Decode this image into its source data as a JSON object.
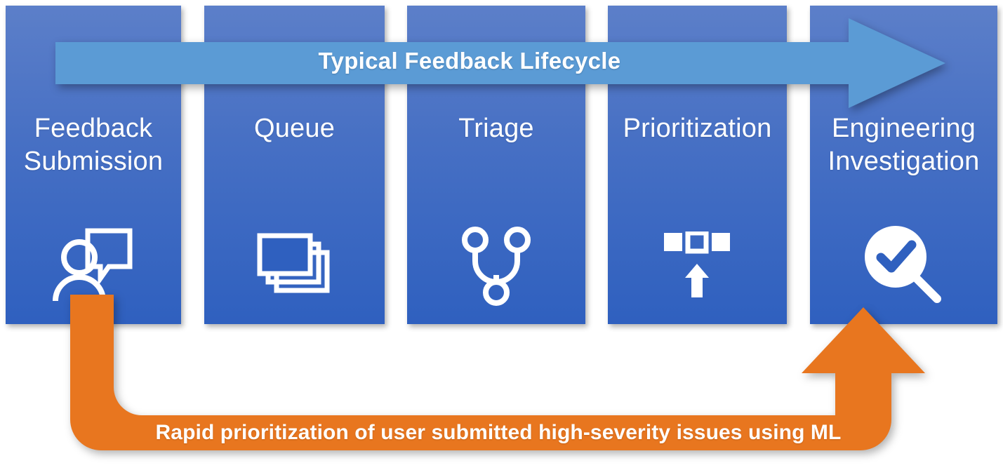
{
  "diagram": {
    "title": "Typical Feedback Lifecycle",
    "colors": {
      "panel_top": "#5c7fc9",
      "panel_bottom": "#2f60bf",
      "lifecycle_arrow": "#5b9bd5",
      "feedback_loop": "#e8761f",
      "text": "#ffffff",
      "background": "#ffffff"
    },
    "lifecycle_arrow": {
      "label": "Typical Feedback Lifecycle",
      "direction": "left-to-right"
    },
    "stages": [
      {
        "label": "Feedback\nSubmission",
        "icon": "person-speech-bubble-icon",
        "order": 1
      },
      {
        "label": "Queue",
        "icon": "stacked-cards-icon",
        "order": 2
      },
      {
        "label": "Triage",
        "icon": "branch-merge-icon",
        "order": 3
      },
      {
        "label": "Prioritization",
        "icon": "ranked-squares-up-arrow-icon",
        "order": 4
      },
      {
        "label": "Engineering\nInvestigation",
        "icon": "magnifier-checkmark-icon",
        "order": 5
      }
    ],
    "feedback_loop": {
      "label": "Rapid prioritization of user submitted high-severity issues using ML",
      "from_stage": "Feedback Submission",
      "to_stage": "Engineering Investigation",
      "direction": "bottom-loop-upward"
    }
  }
}
